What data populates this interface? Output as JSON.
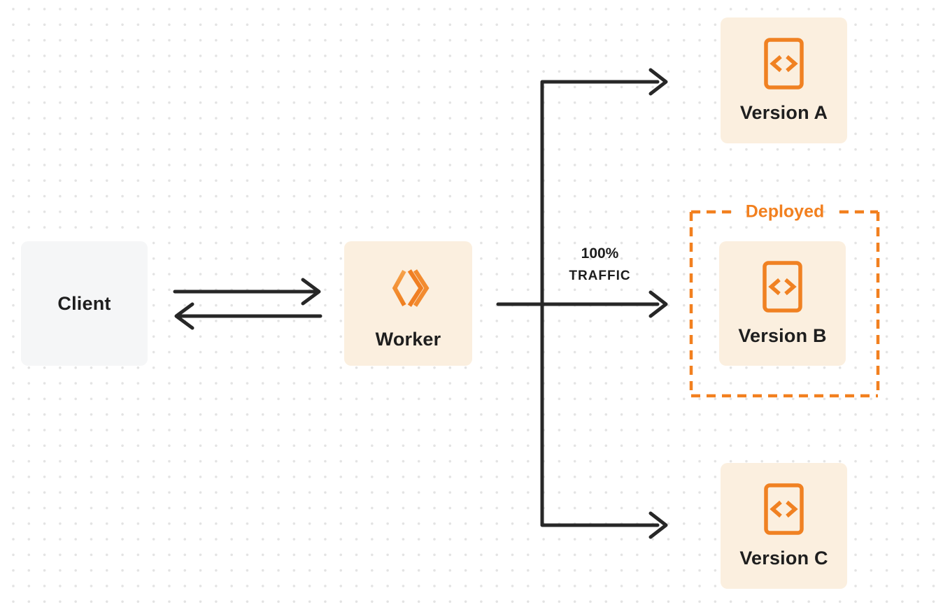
{
  "diagram": {
    "title_implicit": "Worker traffic routing across versions",
    "colors": {
      "accent_orange": "#F2801F",
      "node_cream_fill": "#FBEFDF",
      "client_gray_fill": "#F5F6F7",
      "arrow_dark": "#272727",
      "label_dark": "#1E1E1E",
      "background_dot": "#E3E3E3",
      "background": "#FFFFFF"
    },
    "nodes": {
      "client": {
        "label": "Client"
      },
      "worker": {
        "label": "Worker",
        "icon": "workers-logo-icon"
      },
      "version_a": {
        "label": "Version A",
        "icon": "code-file-icon"
      },
      "version_b": {
        "label": "Version B",
        "icon": "code-file-icon"
      },
      "version_c": {
        "label": "Version C",
        "icon": "code-file-icon"
      }
    },
    "annotations": {
      "deployed": {
        "label": "Deployed"
      },
      "traffic": {
        "line1": "100%",
        "line2": "TRAFFIC"
      }
    },
    "edges": [
      {
        "from": "client",
        "to": "worker",
        "type": "request-arrow"
      },
      {
        "from": "worker",
        "to": "client",
        "type": "response-arrow"
      },
      {
        "from": "worker",
        "to": "version_a",
        "type": "branch-arrow"
      },
      {
        "from": "worker",
        "to": "version_b",
        "type": "branch-arrow",
        "label": "100% TRAFFIC"
      },
      {
        "from": "worker",
        "to": "version_c",
        "type": "branch-arrow"
      }
    ]
  }
}
